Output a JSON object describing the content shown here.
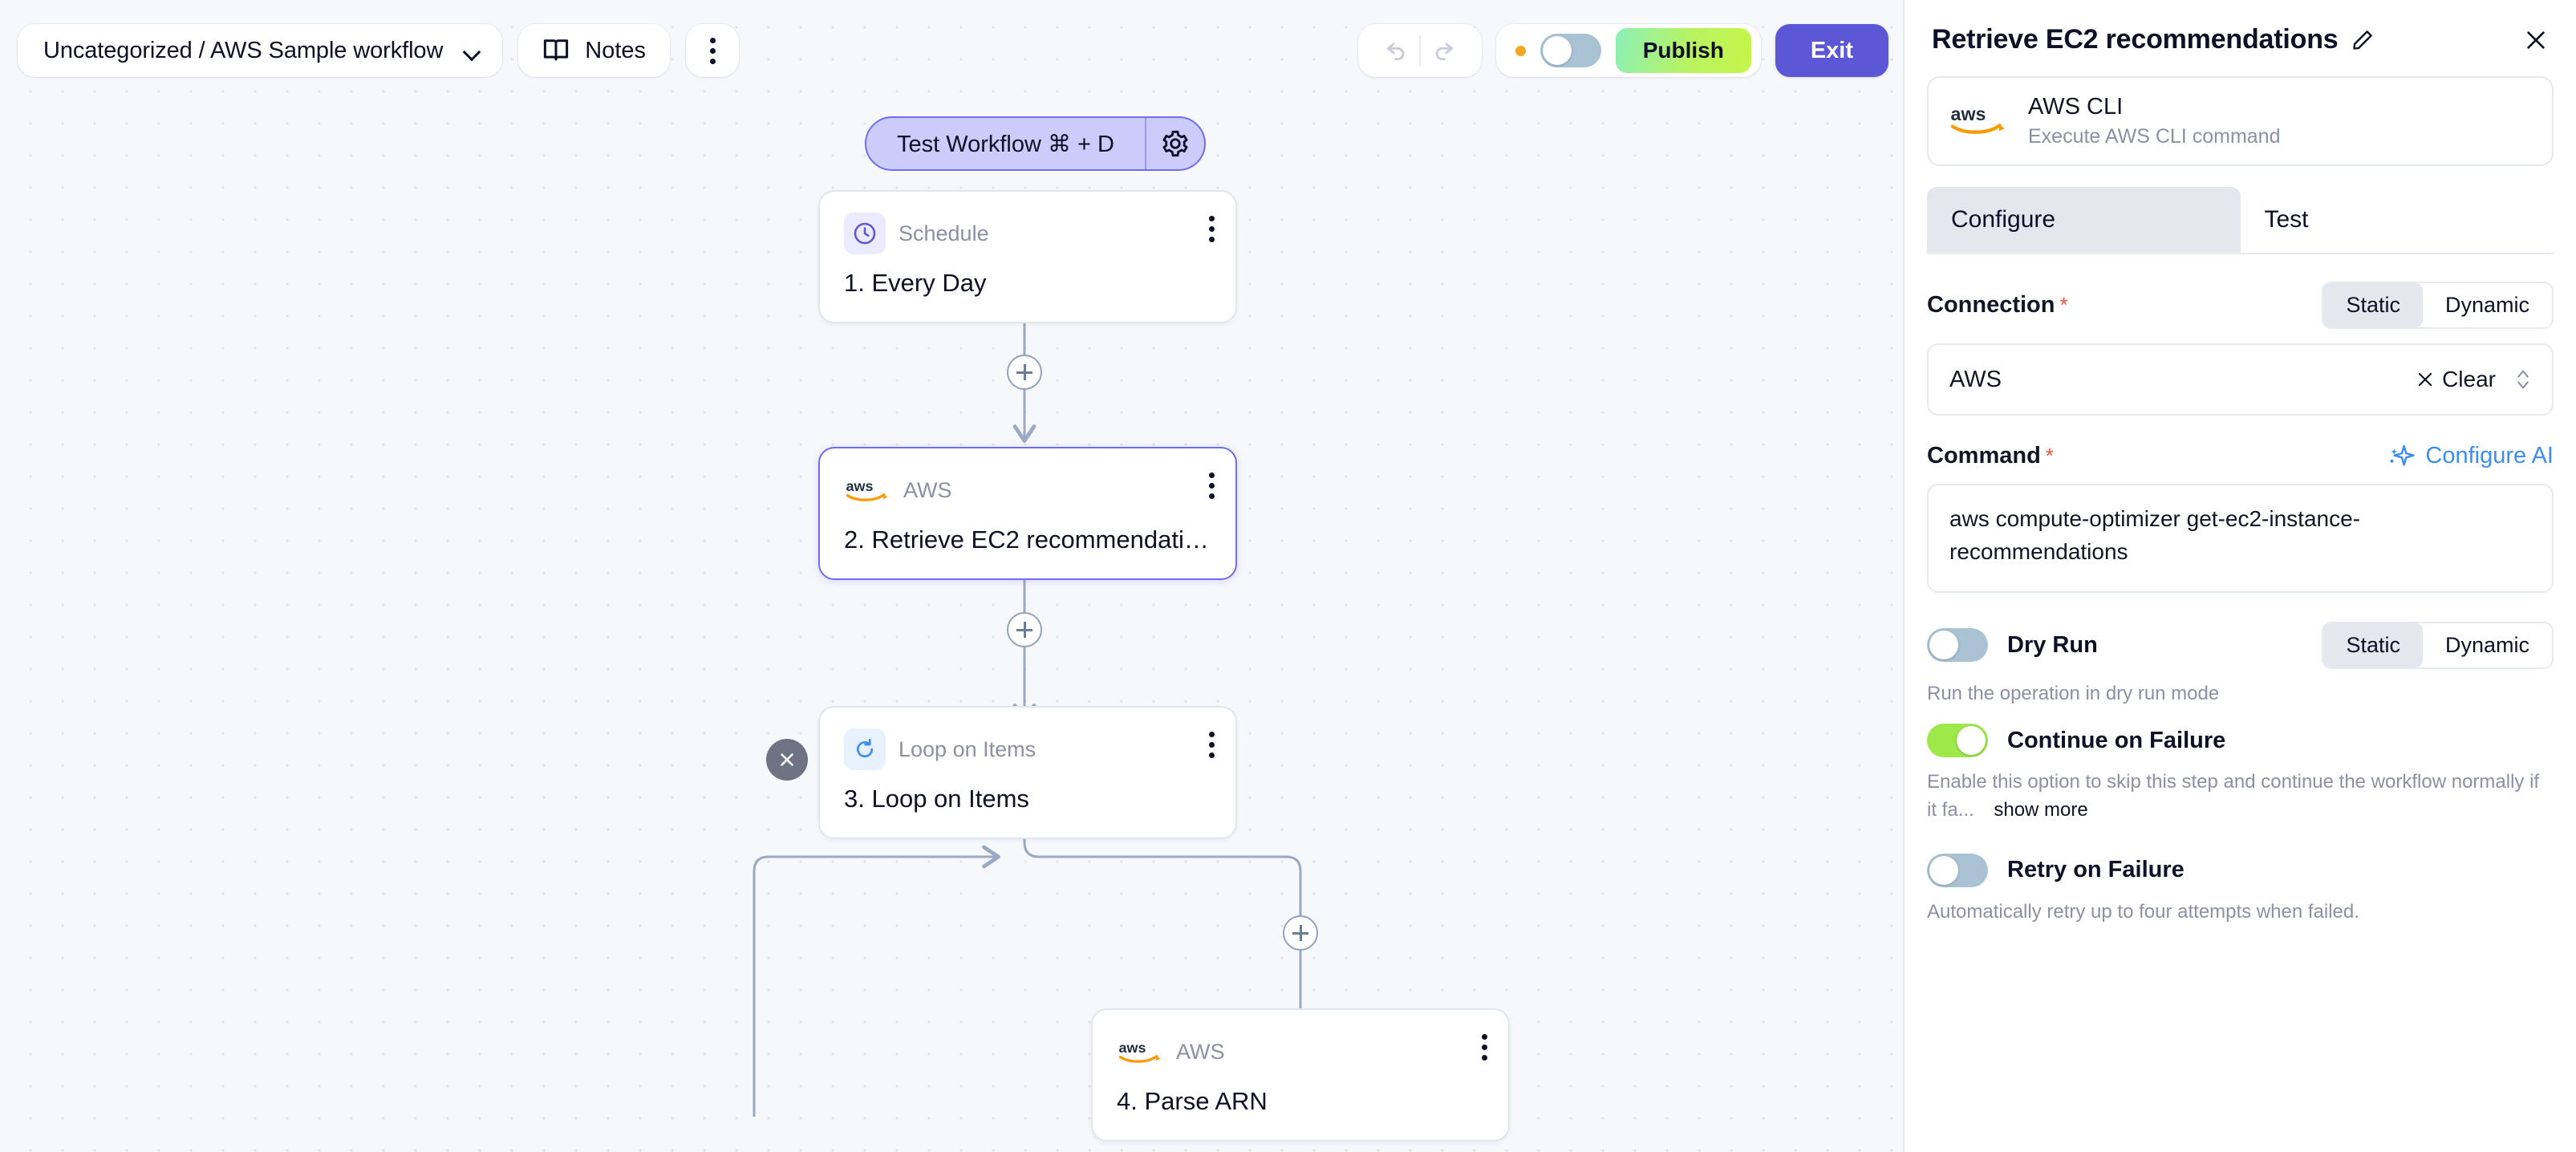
{
  "toolbar": {
    "workflow_path": "Uncategorized / AWS Sample workflow",
    "notes_label": "Notes",
    "more_icon": "kebab-menu-icon",
    "undo_icon": "undo-icon",
    "redo_icon": "redo-icon",
    "status_dot_color": "#f5a623",
    "live_toggle_state": "off",
    "publish_label": "Publish",
    "exit_label": "Exit"
  },
  "canvas": {
    "test_chip": {
      "label": "Test Workflow ⌘ + D",
      "gear_icon": "gear-icon"
    },
    "nodes": [
      {
        "type": "Schedule",
        "title": "1. Every Day",
        "icon": "clock-icon"
      },
      {
        "type": "AWS",
        "title": "2. Retrieve EC2 recommendati…",
        "icon": "aws-logo-icon"
      },
      {
        "type": "Loop on Items",
        "title": "3. Loop on Items",
        "icon": "loop-refresh-icon"
      },
      {
        "type": "AWS",
        "title": "4. Parse ARN",
        "icon": "aws-logo-icon"
      }
    ],
    "add_step_icon": "plus-icon",
    "collapse_icon": "collapse-chevrons-icon"
  },
  "panel": {
    "title": "Retrieve EC2 recommendations",
    "edit_icon": "pencil-icon",
    "close_icon": "close-icon",
    "app": {
      "name": "AWS CLI",
      "description": "Execute AWS CLI command",
      "logo": "aws-logo-icon"
    },
    "tabs": [
      {
        "label": "Configure",
        "active": true
      },
      {
        "label": "Test",
        "active": false
      }
    ],
    "connection": {
      "label": "Connection",
      "required_marker": "*",
      "mode_options": [
        "Static",
        "Dynamic"
      ],
      "mode_selected": "Static",
      "value": "AWS",
      "clear_label": "Clear",
      "clear_icon": "close-x-icon",
      "spinner_icon": "chevron-updown-icon"
    },
    "command": {
      "label": "Command",
      "required_marker": "*",
      "ai_link_label": "Configure AI",
      "ai_icon": "sparkles-icon",
      "value": "aws compute-optimizer get-ec2-instance-recommendations"
    },
    "dry_run": {
      "label": "Dry Run",
      "state": "off",
      "mode_options": [
        "Static",
        "Dynamic"
      ],
      "mode_selected": "Static",
      "hint": "Run the operation in dry run mode"
    },
    "continue_on_failure": {
      "label": "Continue on Failure",
      "state": "on",
      "hint": "Enable this option to skip this step and continue the workflow normally if it fa...",
      "show_more_label": "show more"
    },
    "retry_on_failure": {
      "label": "Retry on Failure",
      "state": "off",
      "hint": "Automatically retry up to four attempts when failed."
    }
  },
  "colors": {
    "accent_purple": "#5b57d6",
    "accent_green": "#9ee84a",
    "link_blue": "#3b8cf5",
    "required_red": "#f1543f",
    "canvas_bg": "#f6f8fc"
  }
}
